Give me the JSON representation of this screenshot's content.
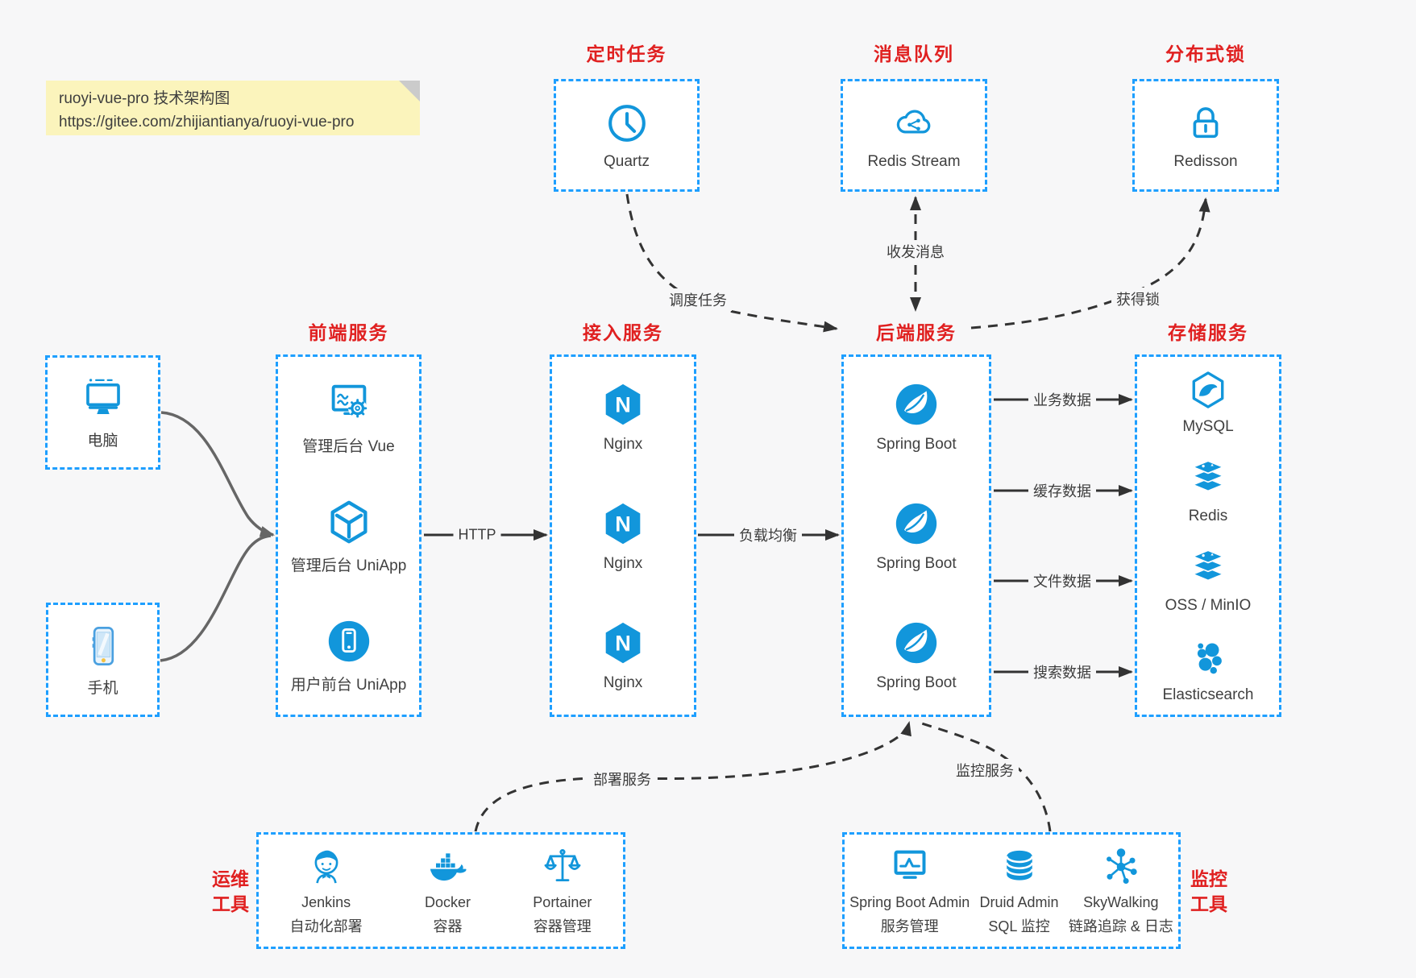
{
  "note": {
    "line1": "ruoyi-vue-pro 技术架构图",
    "line2": "https://gitee.com/zhijiantianya/ruoyi-vue-pro"
  },
  "colors": {
    "accent_blue": "#1e9fff",
    "icon_blue": "#1296db",
    "title_red": "#e02020",
    "line_dark": "#333333",
    "line_gray": "#666666",
    "note_bg": "#fbf4bc"
  },
  "groups": {
    "scheduler": {
      "title": "定时任务",
      "items": [
        {
          "label": "Quartz",
          "icon": "clock-icon"
        }
      ]
    },
    "mq": {
      "title": "消息队列",
      "items": [
        {
          "label": "Redis Stream",
          "icon": "cloud-stream-icon"
        }
      ]
    },
    "lock": {
      "title": "分布式锁",
      "items": [
        {
          "label": "Redisson",
          "icon": "lock-icon"
        }
      ]
    },
    "clients": {
      "items": [
        {
          "label": "电脑",
          "icon": "desktop-icon"
        },
        {
          "label": "手机",
          "icon": "mobile-icon"
        }
      ]
    },
    "frontend": {
      "title": "前端服务",
      "items": [
        {
          "label": "管理后台 Vue",
          "icon": "admin-vue-icon"
        },
        {
          "label": "管理后台 UniApp",
          "icon": "uniapp-box-icon"
        },
        {
          "label": "用户前台 UniApp",
          "icon": "user-uniapp-icon"
        }
      ]
    },
    "gateway": {
      "title": "接入服务",
      "items": [
        {
          "label": "Nginx",
          "icon": "nginx-icon"
        },
        {
          "label": "Nginx",
          "icon": "nginx-icon"
        },
        {
          "label": "Nginx",
          "icon": "nginx-icon"
        }
      ]
    },
    "backend": {
      "title": "后端服务",
      "items": [
        {
          "label": "Spring Boot",
          "icon": "spring-icon"
        },
        {
          "label": "Spring Boot",
          "icon": "spring-icon"
        },
        {
          "label": "Spring Boot",
          "icon": "spring-icon"
        }
      ]
    },
    "storage": {
      "title": "存储服务",
      "items": [
        {
          "label": "MySQL",
          "icon": "mysql-icon"
        },
        {
          "label": "Redis",
          "icon": "redis-stack-icon"
        },
        {
          "label": "OSS / MinIO",
          "icon": "storage-stack-icon"
        },
        {
          "label": "Elasticsearch",
          "icon": "elasticsearch-icon"
        }
      ]
    },
    "ops": {
      "title_lines": [
        "运维",
        "工具"
      ],
      "items": [
        {
          "label": "Jenkins",
          "desc": "自动化部署",
          "icon": "jenkins-icon"
        },
        {
          "label": "Docker",
          "desc": "容器",
          "icon": "docker-icon"
        },
        {
          "label": "Portainer",
          "desc": "容器管理",
          "icon": "portainer-icon"
        }
      ]
    },
    "monitoring": {
      "title_lines": [
        "监控",
        "工具"
      ],
      "items": [
        {
          "label": "Spring Boot Admin",
          "desc": "服务管理",
          "icon": "spring-boot-admin-icon"
        },
        {
          "label": "Druid Admin",
          "desc": "SQL 监控",
          "icon": "druid-icon"
        },
        {
          "label": "SkyWalking",
          "desc": "链路追踪 & 日志",
          "icon": "skywalking-icon"
        }
      ]
    }
  },
  "edges": {
    "http": "HTTP",
    "load_balance": "负载均衡",
    "business_data": "业务数据",
    "cache_data": "缓存数据",
    "file_data": "文件数据",
    "search_data": "搜索数据",
    "schedule_task": "调度任务",
    "send_receive_msg": "收发消息",
    "acquire_lock": "获得锁",
    "deploy_service": "部署服务",
    "monitor_service": "监控服务"
  }
}
